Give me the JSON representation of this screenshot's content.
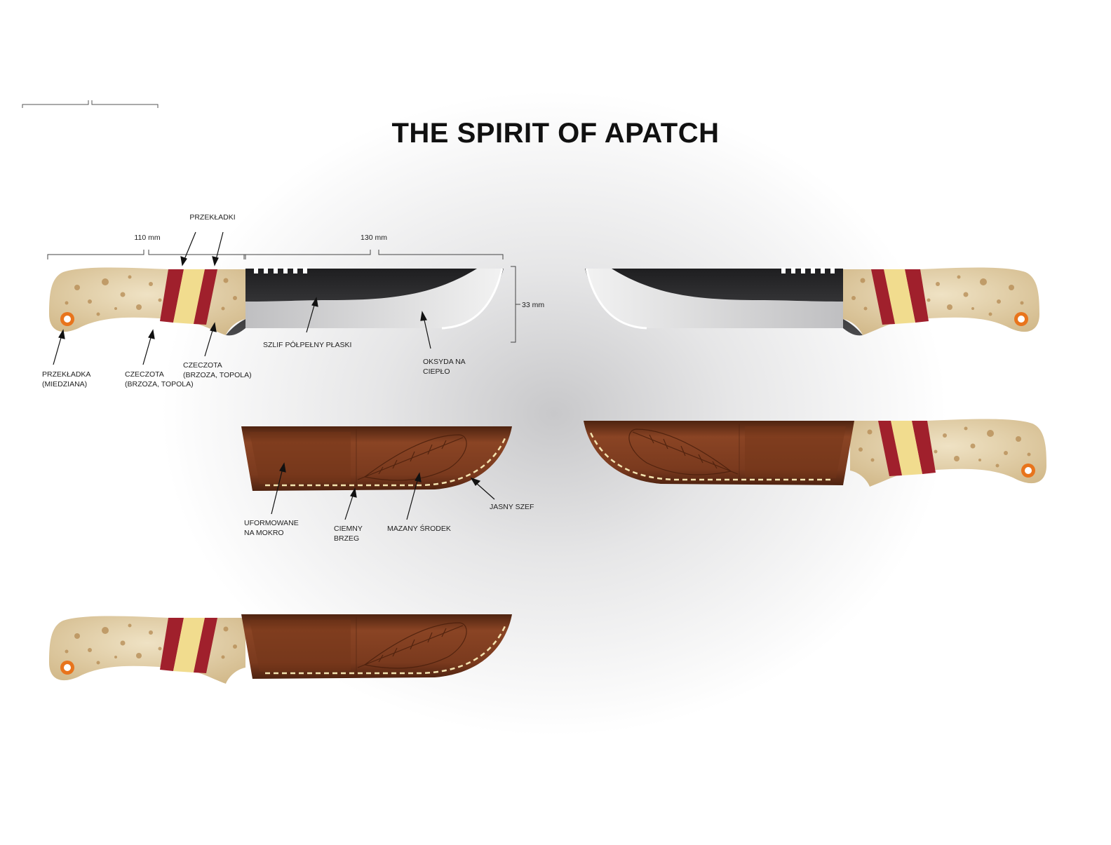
{
  "title": "THE SPIRIT OF APATCH",
  "dimensions": {
    "handle_length": "110 mm",
    "blade_length": "130 mm",
    "blade_height": "33 mm"
  },
  "callouts": {
    "spacers": "PRZEKŁADKI",
    "copper_spacer": [
      "PRZEKŁADKA",
      "(MIEDZIANA)"
    ],
    "burl_1": [
      "CZECZOTA",
      "(BRZOZA, TOPOLA)"
    ],
    "burl_2": [
      "CZECZOTA",
      "(BRZOZA, TOPOLA)"
    ],
    "grind": "SZLIF PÓŁPEŁNY PŁASKI",
    "oxide": [
      "OKSYDA NA",
      "CIEPŁO"
    ],
    "wet_formed": [
      "UFORMOWANE",
      "NA MOKRO"
    ],
    "dark_edge": [
      "CIEMNY",
      "BRZEG"
    ],
    "smeared_center": "MAZANY ŚRODEK",
    "light_stitch": "JASNY SZEF"
  },
  "colors": {
    "burl": "#e2cfa9",
    "burl_spot": "#b58a52",
    "spacer_red": "#a0202c",
    "spacer_gold": "#f1dc8e",
    "pin_orange": "#e8741c",
    "blade_dark": "#2c2c2e",
    "blade_light": "#d4d4d4",
    "leather_dark": "#4e2310",
    "leather_mid": "#8a4424",
    "stitch": "#f4e4b0"
  }
}
